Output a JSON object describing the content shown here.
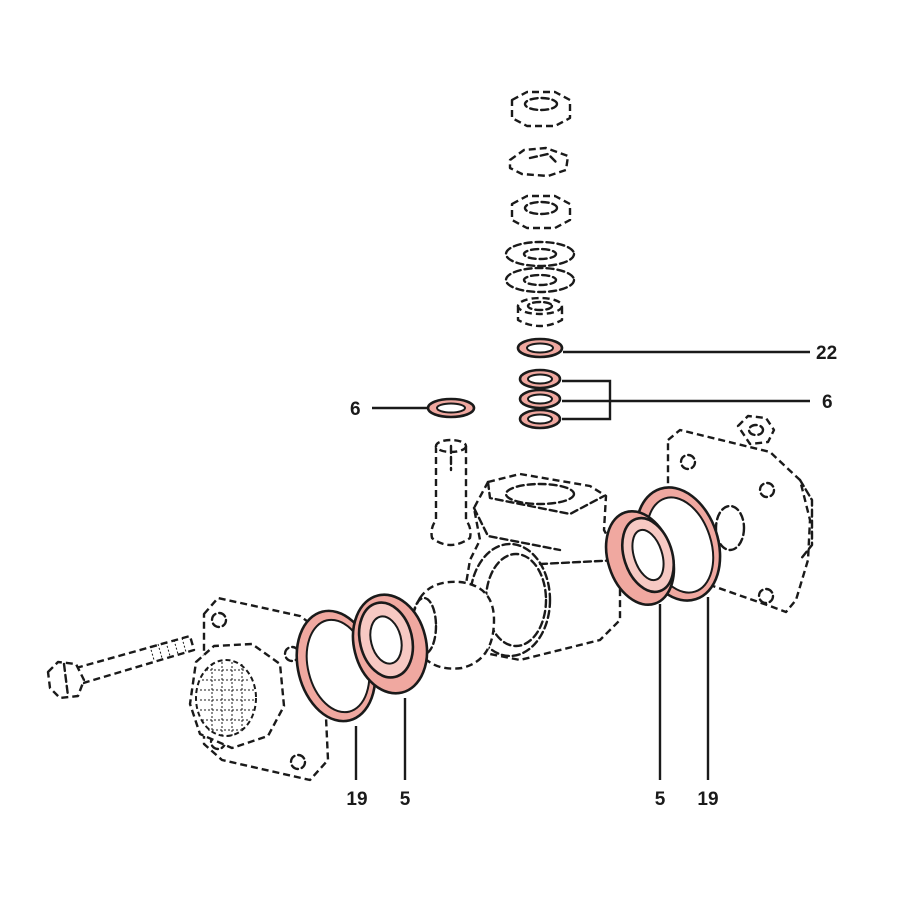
{
  "colors": {
    "seal_fill": "#f0a8a0",
    "seal_fill_light": "#f7c9c3",
    "outline": "#1a1a1a",
    "background": "#ffffff"
  },
  "callouts": {
    "stem_seal": "22",
    "stem_seals_stack": "6",
    "spare_seal_left": "6",
    "left_body_seal": "19",
    "left_seat": "5",
    "right_seat": "5",
    "right_body_seal": "19"
  }
}
